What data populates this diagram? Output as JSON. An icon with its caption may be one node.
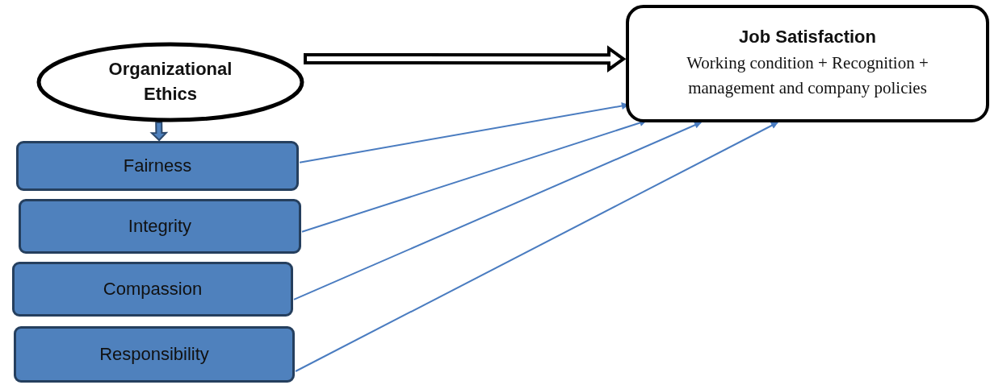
{
  "diagram": {
    "nodes": [
      {
        "text": [
          "Organizational Ethics"
        ]
      },
      {
        "text": [
          "Job Satisfaction",
          "Working condition + Recognition + management and company policies"
        ]
      },
      {
        "text": [
          "Fairness"
        ]
      },
      {
        "text": [
          "Integrity"
        ]
      },
      {
        "text": [
          "Compassion"
        ]
      },
      {
        "text": [
          "Responsibility"
        ]
      }
    ],
    "edges": [
      {
        "from": 0,
        "to": 1,
        "arrow": "to",
        "style": "thick",
        "color": "#000000"
      },
      {
        "from": 0,
        "to": 2,
        "arrow": "to",
        "style": "thick",
        "color": "#2c4a6e"
      },
      {
        "from": 2,
        "to": 1,
        "arrow": "to"
      },
      {
        "from": 3,
        "to": 1,
        "arrow": "to"
      },
      {
        "from": 4,
        "to": 1,
        "arrow": "to"
      },
      {
        "from": 5,
        "to": 1,
        "arrow": "to"
      }
    ]
  }
}
